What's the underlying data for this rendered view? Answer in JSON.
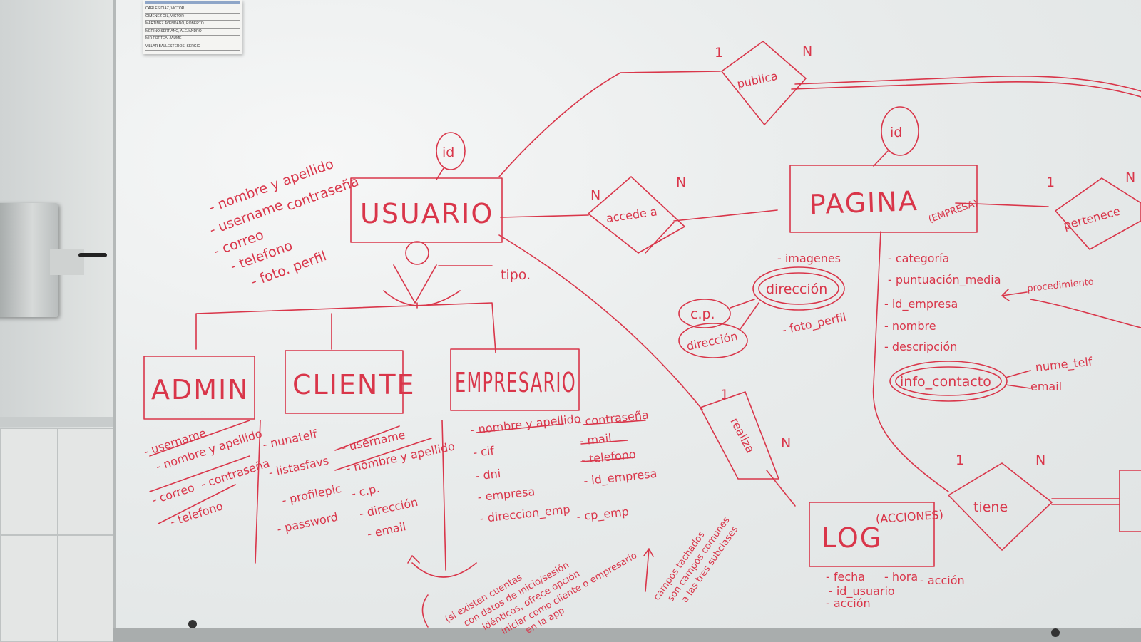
{
  "roster": {
    "rows": [
      "CARLES DÍAZ, VÍCTOR",
      "GIMENEZ GIL, VÍCTOR",
      "MARTINEZ AVENDAÑO, ROBERTO",
      "MERINO SERRANO, ALEJANDRO",
      "MIR FORTEA, JAUME",
      "VILLAR BALLESTEROS, SERGIO"
    ]
  },
  "entities": {
    "usuario": {
      "name": "USUARIO",
      "key": "id",
      "attrs": [
        "- nombre y apellido",
        "- username",
        "- contraseña",
        "- correo",
        "- telefono",
        "- foto. perfil"
      ]
    },
    "admin": {
      "name": "ADMIN",
      "attrs": [
        "- username",
        "- nombre y apellido",
        "- correo",
        "- contraseña",
        "- telefono"
      ]
    },
    "cliente": {
      "name": "CLIENTE",
      "attrs_a": [
        "- nunatelf",
        "- listasfavs",
        "- profilepic",
        "- password"
      ],
      "attrs_b": [
        "- username",
        "- nombre y apellido",
        "- c.p.",
        "- dirección",
        "- email"
      ]
    },
    "empresa": {
      "name": "EMPRESARIO",
      "attrs_a": [
        "- nombre y apellido",
        "- cif",
        "- dni",
        "- empresa",
        "- direccion_emp"
      ],
      "attrs_b": [
        "- contraseña",
        "- mail",
        "- telefono",
        "- id_empresa",
        "- cp_emp"
      ]
    },
    "pagina": {
      "name": "PAGINA",
      "suffix": "(EMPRESA)",
      "key": "id",
      "attrs": [
        "- categoría",
        "- puntuación_media",
        "- id_empresa",
        "- nombre",
        "- descripción"
      ],
      "extra": [
        "- imagenes",
        "- foto_perfil"
      ],
      "composite": "dirección",
      "composite_parts": [
        "c.p.",
        "dirección"
      ],
      "contact": "info_contacto",
      "contact_parts": [
        "nume_telf",
        "email"
      ],
      "procedure": "procedimiento"
    },
    "log": {
      "name": "LOG",
      "suffix": "(ACCIONES)",
      "attrs": [
        "- fecha",
        "- hora",
        "- acción",
        "- id_usuario",
        "- acción"
      ]
    }
  },
  "relations": {
    "publica": {
      "label": "publica",
      "card_left": "1",
      "card_right": "N"
    },
    "accede_a": {
      "label": "accede a",
      "card_left": "N",
      "card_right": "N"
    },
    "realiza": {
      "label": "realiza",
      "card_left": "1",
      "card_right": "N"
    },
    "pertenece": {
      "label": "pertenece",
      "card_left": "1",
      "card_right": "N"
    },
    "tiene": {
      "label": "tiene",
      "card_left": "1",
      "card_right": "N"
    }
  },
  "specialization": {
    "label": "tipo."
  },
  "notes": {
    "accounts": [
      "(si existen cuentas",
      "con datos de inicio/sesión",
      "idénticos, ofrece opción",
      "iniciar como cliente o empresario",
      "en la app"
    ],
    "shared": [
      "campos tachados",
      "son campos comunes",
      "a las tres subclases"
    ]
  },
  "colors": {
    "ink": "#d9364a",
    "board": "#eef0f0"
  }
}
